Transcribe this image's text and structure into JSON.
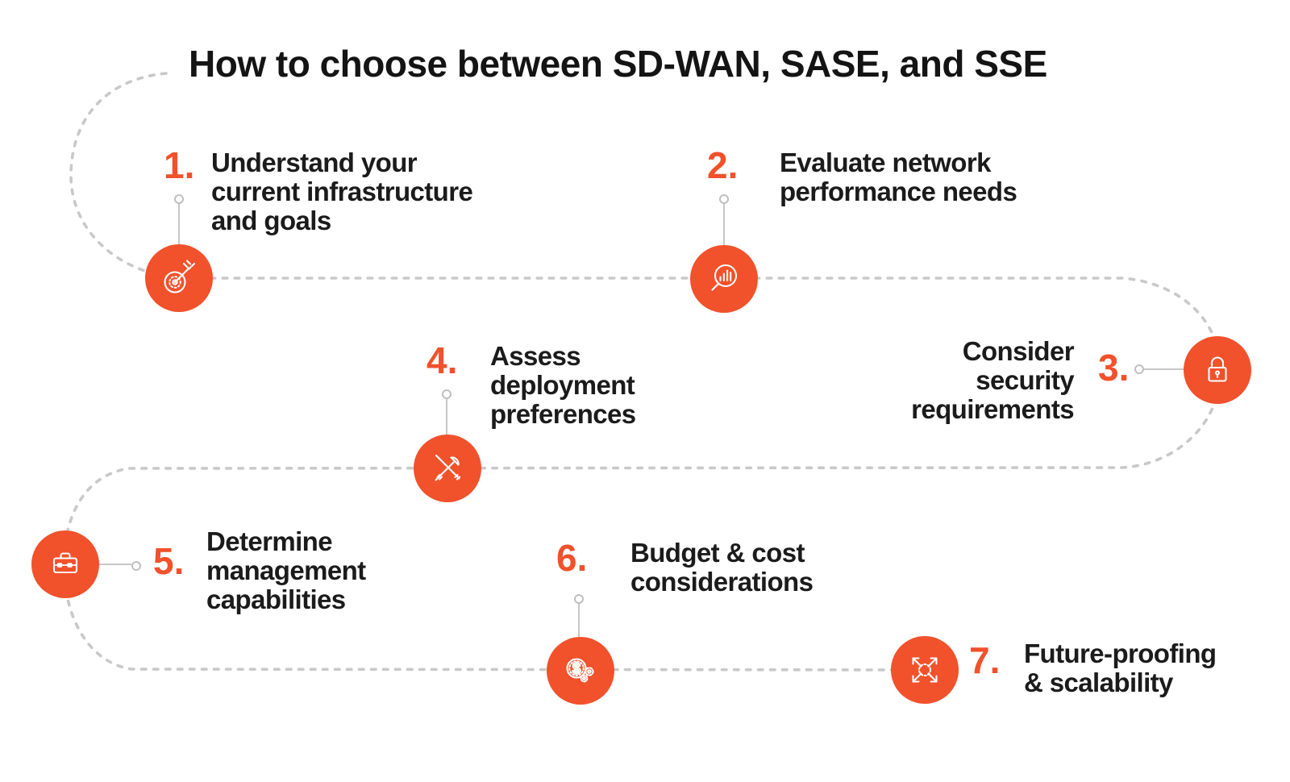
{
  "title": "How to choose between SD-WAN, SASE, and SSE",
  "colors": {
    "accent_orange": "#F1512B",
    "path_gray": "#C9C9C9",
    "text_dark": "#1B1B1B",
    "icon_stroke": "#FFFFFF"
  },
  "steps": [
    {
      "number": "1.",
      "icon": "target-dart-icon",
      "lines": [
        "Understand your",
        "current infrastructure",
        "and goals"
      ]
    },
    {
      "number": "2.",
      "icon": "search-chart-icon",
      "lines": [
        "Evaluate network",
        "performance needs"
      ]
    },
    {
      "number": "3.",
      "icon": "padlock-icon",
      "lines": [
        "Consider",
        "security",
        "requirements"
      ]
    },
    {
      "number": "4.",
      "icon": "tools-icon",
      "lines": [
        "Assess",
        "deployment",
        "preferences"
      ]
    },
    {
      "number": "5.",
      "icon": "briefcase-icon",
      "lines": [
        "Determine",
        "management",
        "capabilities"
      ]
    },
    {
      "number": "6.",
      "icon": "dollar-gears-icon",
      "lines": [
        "Budget & cost",
        "considerations"
      ]
    },
    {
      "number": "7.",
      "icon": "expand-arrows-icon",
      "lines": [
        "Future-proofing",
        "& scalability"
      ]
    }
  ]
}
